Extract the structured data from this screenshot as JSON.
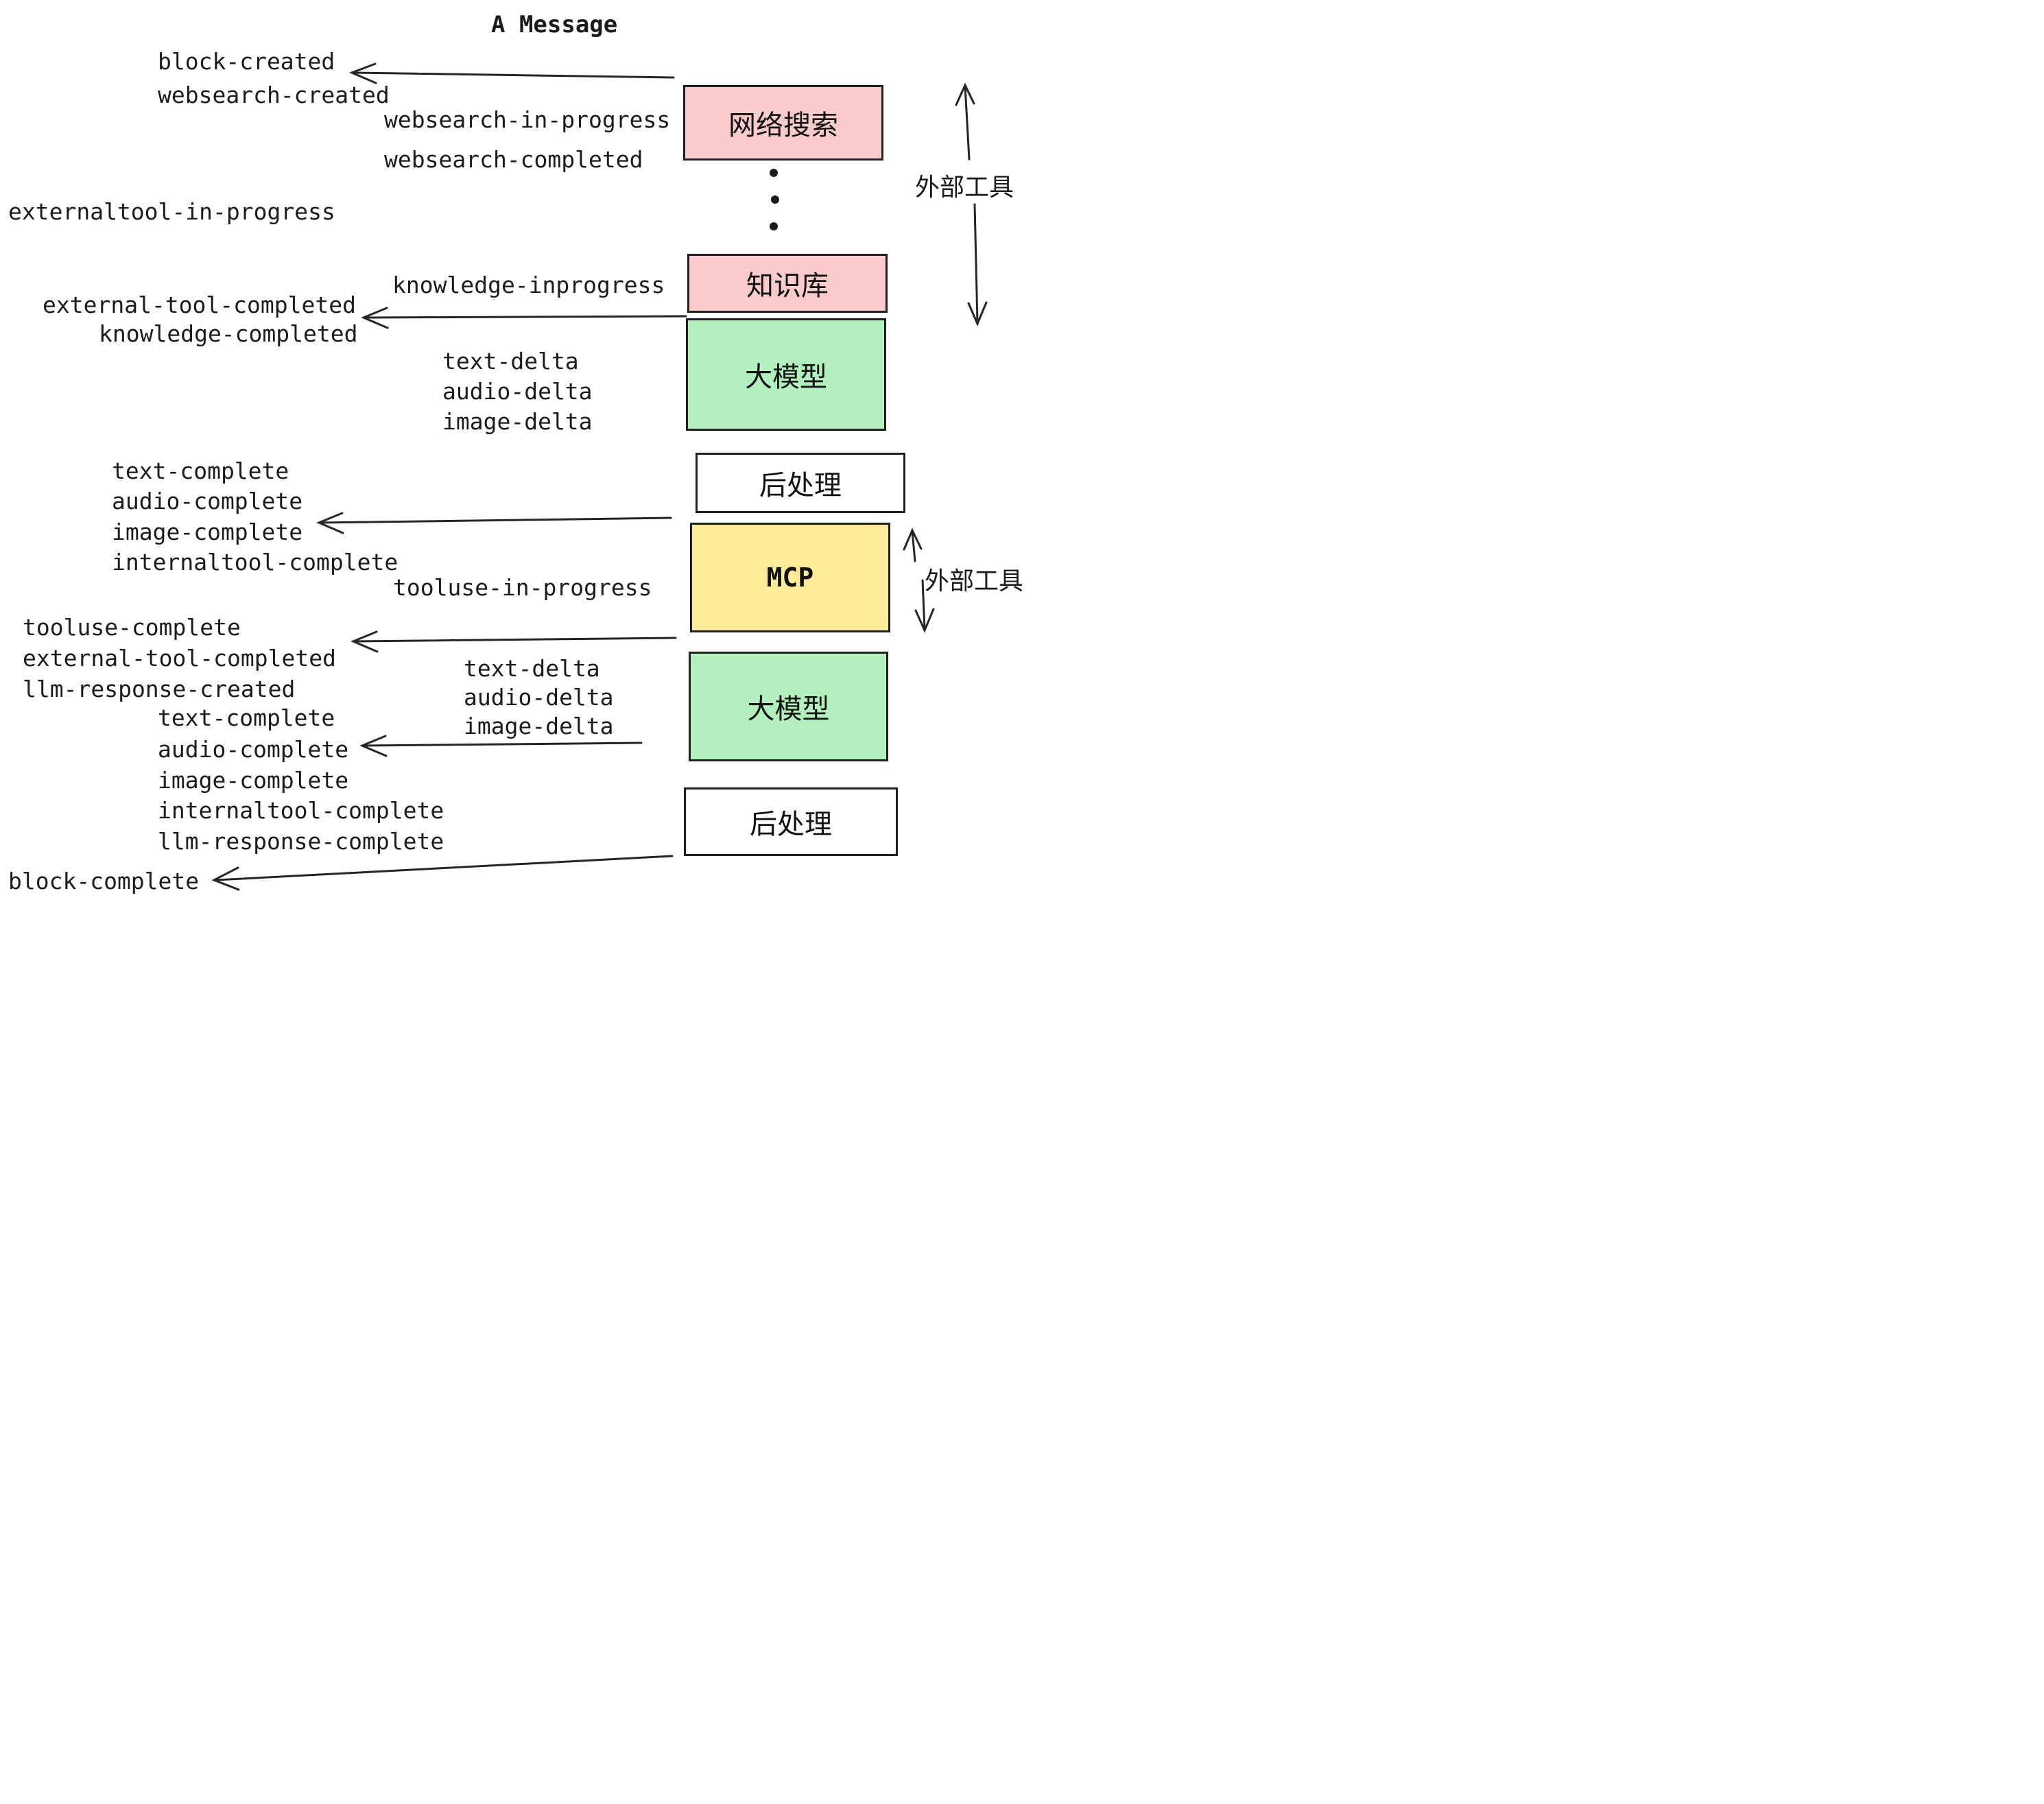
{
  "diagram": {
    "title": "A Message",
    "colors": {
      "box_pink": "#fbcccb",
      "box_green": "#b2f0bd",
      "box_yellow": "#fdeb9a",
      "box_white": "#ffffff",
      "line": "#262626",
      "text": "#1b1b1b"
    },
    "boxes": [
      {
        "id": "web-search",
        "label": "网络搜索",
        "color": "#fbcccb"
      },
      {
        "id": "knowledge-base",
        "label": "知识库",
        "color": "#fbcccb"
      },
      {
        "id": "llm-1",
        "label": "大模型",
        "color": "#b2f0bd"
      },
      {
        "id": "post-process-1",
        "label": "后处理",
        "color": "#ffffff"
      },
      {
        "id": "mcp",
        "label": "MCP",
        "color": "#fdeb9a"
      },
      {
        "id": "llm-2",
        "label": "大模型",
        "color": "#b2f0bd"
      },
      {
        "id": "post-process-2",
        "label": "后处理",
        "color": "#ffffff"
      }
    ],
    "side_labels": {
      "top": "外部工具",
      "middle": "外部工具"
    },
    "events": {
      "block_created": "block-created",
      "websearch_created": "websearch-created",
      "websearch_in_progress": "websearch-in-progress",
      "websearch_completed": "websearch-completed",
      "externaltool_in_progress": "externaltool-in-progress",
      "knowledge_inprogress": "knowledge-inprogress",
      "external_tool_completed_1": "external-tool-completed",
      "knowledge_completed": "knowledge-completed",
      "text_delta_1": "text-delta",
      "audio_delta_1": "audio-delta",
      "image_delta_1": "image-delta",
      "text_complete_1": "text-complete",
      "audio_complete_1": "audio-complete",
      "image_complete_1": "image-complete",
      "internaltool_complete_1": "internaltool-complete",
      "tooluse_in_progress": "tooluse-in-progress",
      "tooluse_complete": "tooluse-complete",
      "external_tool_completed_2": "external-tool-completed",
      "llm_response_created": "llm-response-created",
      "text_complete_2": "text-complete",
      "text_delta_2": "text-delta",
      "audio_delta_2": "audio-delta",
      "image_delta_2": "image-delta",
      "audio_complete_2": "audio-complete",
      "image_complete_2": "image-complete",
      "internaltool_complete_2": "internaltool-complete",
      "llm_response_complete": "llm-response-complete",
      "block_complete": "block-complete"
    }
  }
}
